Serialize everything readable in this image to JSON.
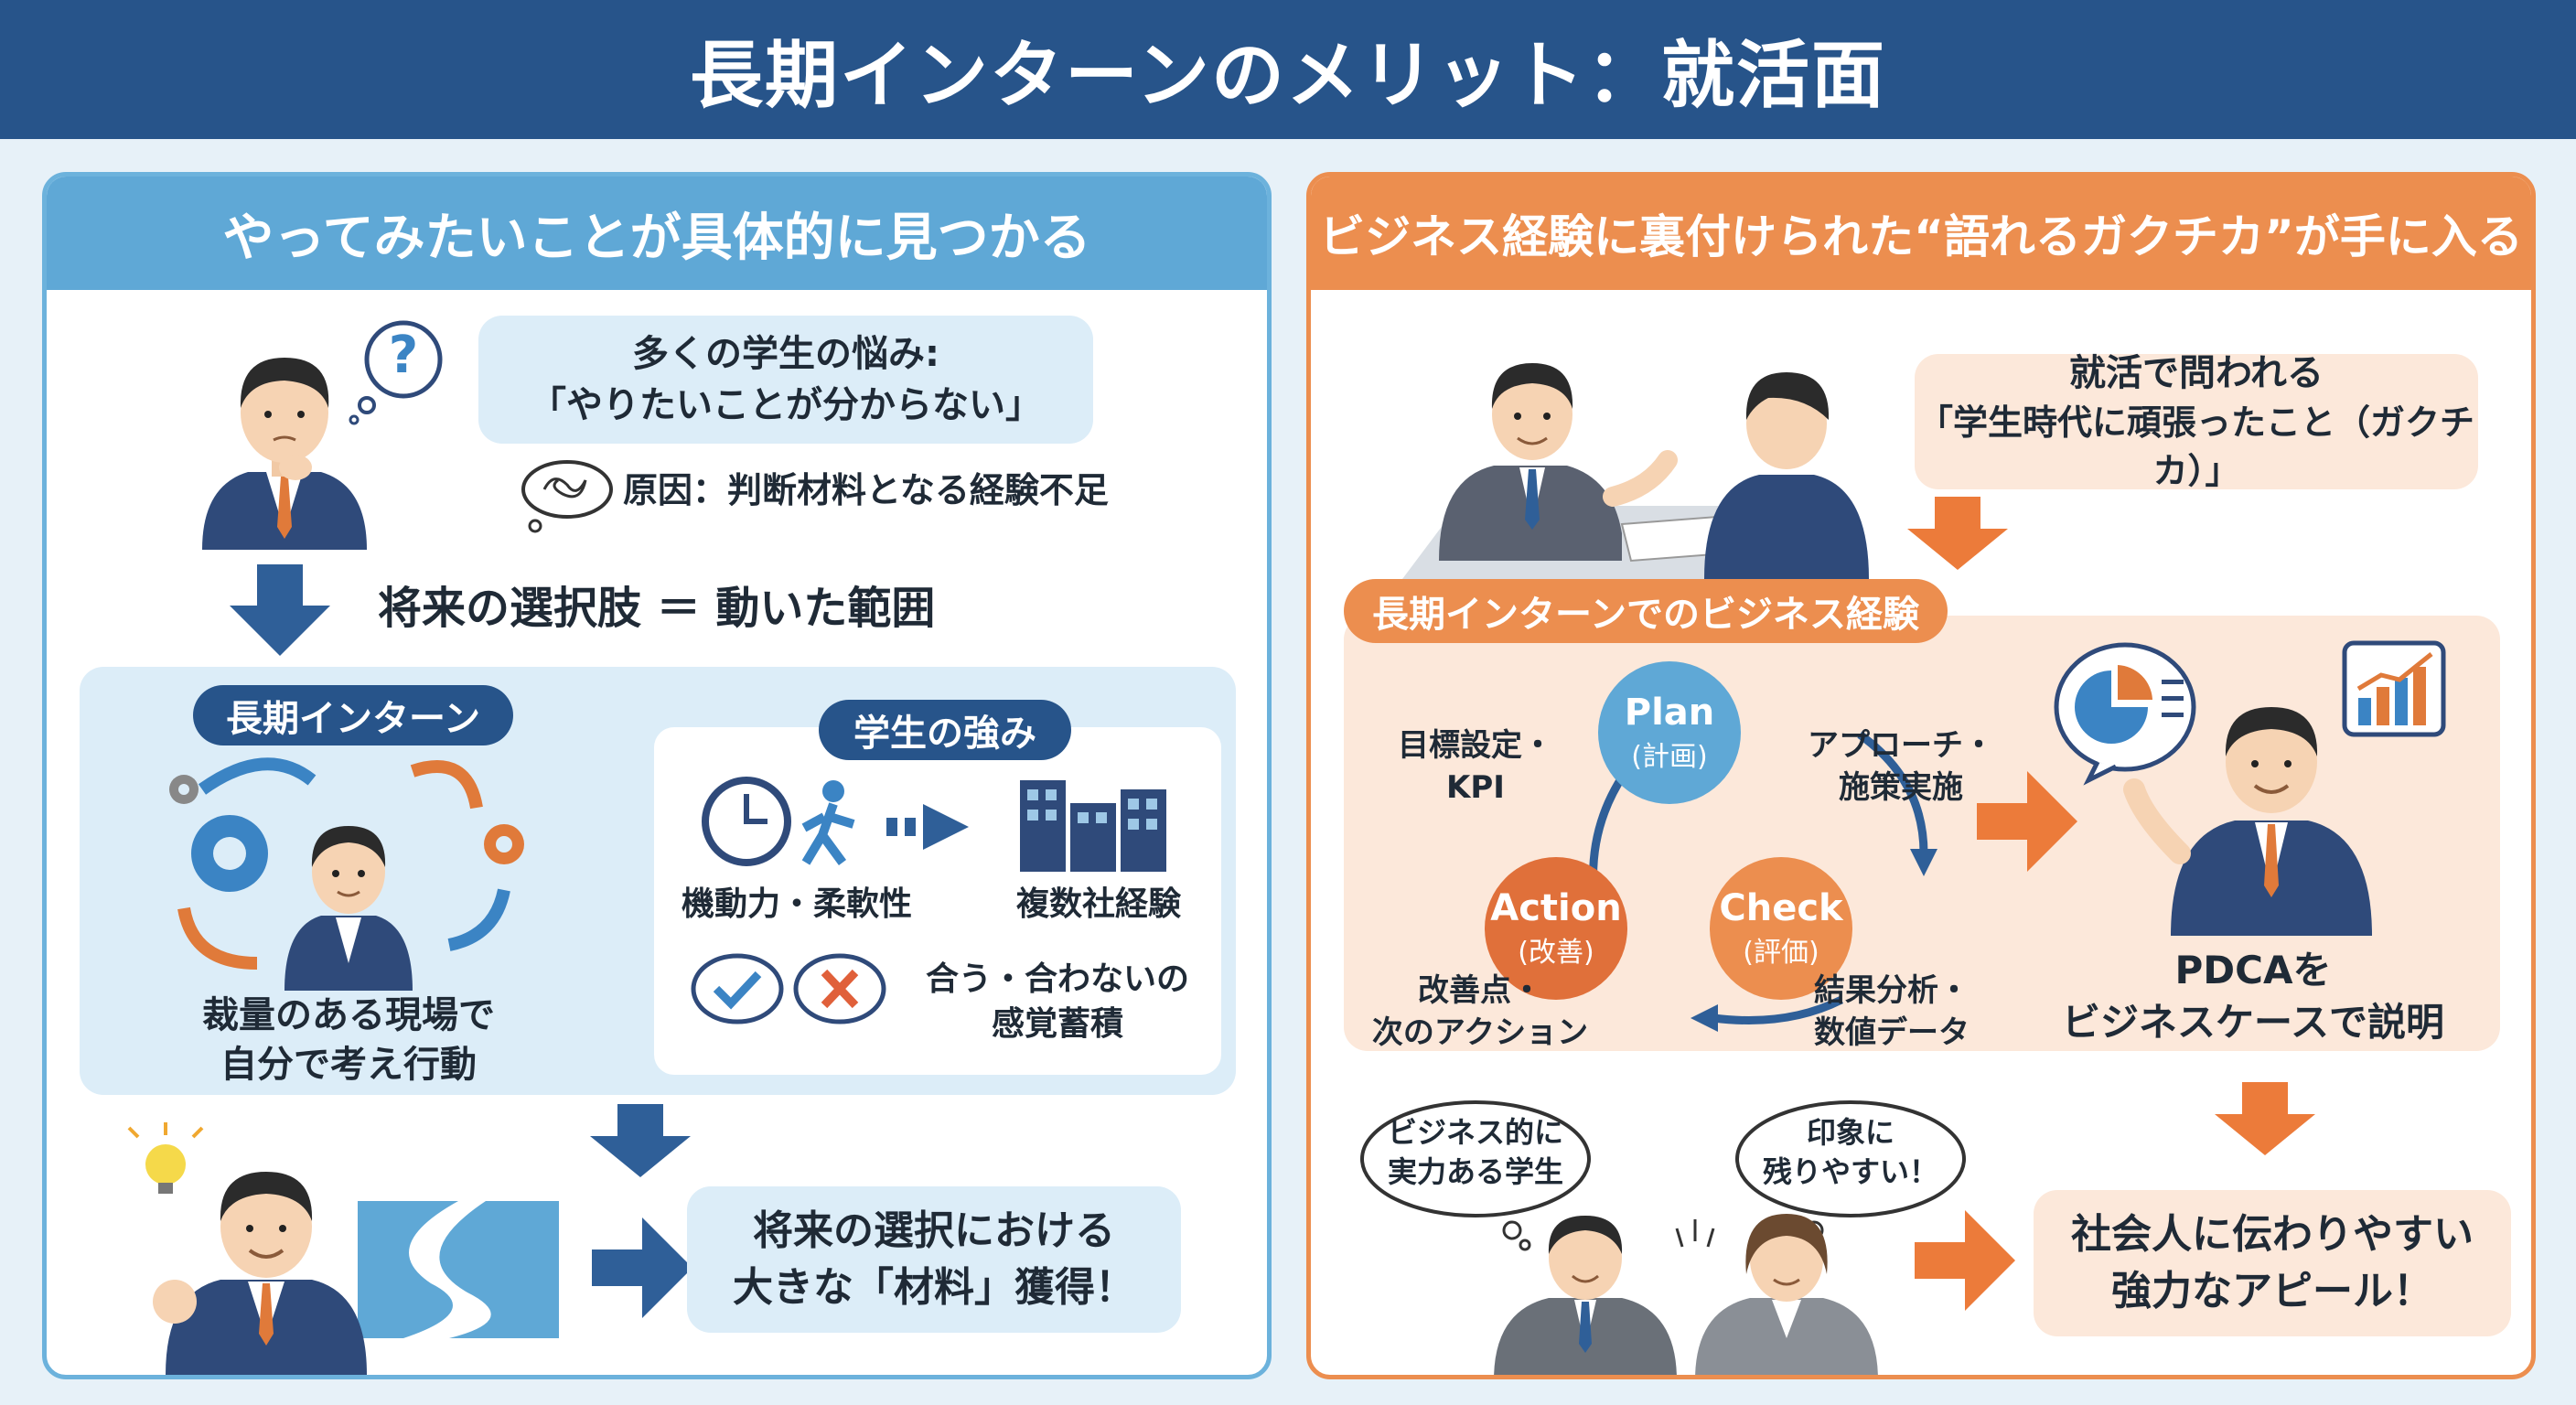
{
  "title": "長期インターンのメリット：就活面",
  "left": {
    "heading": "やってみたいことが具体的に見つかる",
    "worry_line1": "多くの学生の悩み:",
    "worry_line2": "「やりたいことが分からない」",
    "cause": "原因：判断材料となる経験不足",
    "equation": "将来の選択肢 ＝ 動いた範囲",
    "intern_label": "長期インターン",
    "intern_caption_1": "裁量のある現場で",
    "intern_caption_2": "自分で考え行動",
    "strength_label": "学生の強み",
    "mobility": "機動力・柔軟性",
    "multi_company": "複数社経験",
    "fit_line1": "合う・合わないの",
    "fit_line2": "感覚蓄積",
    "result_line1": "将来の選択における",
    "result_line2": "大きな「材料」獲得！",
    "question_mark": "?"
  },
  "right": {
    "heading": "ビジネス経験に裏付けられた“語れるガクチカ”が手に入る",
    "ask_line1": "就活で問われる",
    "ask_line2": "「学生時代に頑張ったこと（ガクチカ）」",
    "biz_label": "長期インターンでのビジネス経験",
    "plan": "Plan",
    "plan_sub": "(計画)",
    "check": "Check",
    "check_sub": "(評価)",
    "action": "Action",
    "action_sub": "(改善)",
    "kpi_1": "目標設定・",
    "kpi_2": "KPI",
    "approach_1": "アプローチ・",
    "approach_2": "施策実施",
    "analysis_1": "結果分析・",
    "analysis_2": "数値データ",
    "improve_1": "改善点・",
    "improve_2": "次のアクション",
    "pdca_1": "PDCAを",
    "pdca_2": "ビジネスケースで説明",
    "speech1_1": "ビジネス的に",
    "speech1_2": "実力ある学生",
    "speech2_1": "印象に",
    "speech2_2": "残りやすい！",
    "appeal_1": "社会人に伝わりやすい",
    "appeal_2": "強力なアピール！"
  },
  "colors": {
    "navy": "#27548a",
    "blue": "#5fa8d6",
    "orange": "#ec8e4f",
    "light_blue": "#dcedf8",
    "light_orange": "#fce8da"
  }
}
